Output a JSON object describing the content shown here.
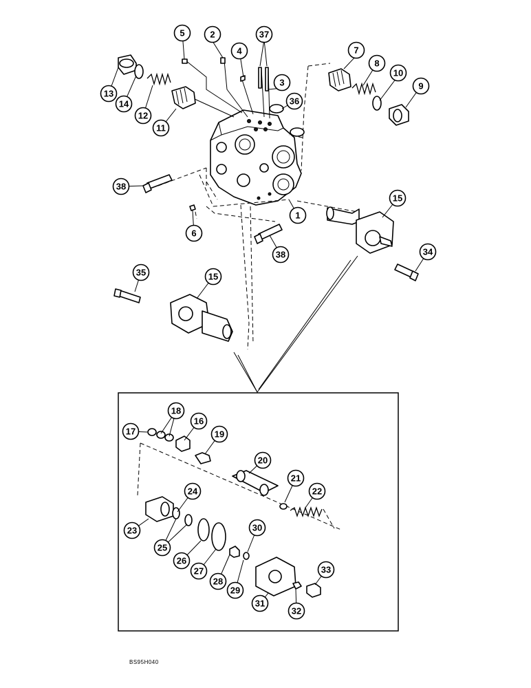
{
  "drawing_code": "BS95H040",
  "callouts": [
    "1",
    "2",
    "3",
    "4",
    "5",
    "6",
    "7",
    "8",
    "9",
    "10",
    "11",
    "12",
    "13",
    "14",
    "15",
    "15",
    "16",
    "17",
    "18",
    "19",
    "20",
    "21",
    "22",
    "23",
    "24",
    "25",
    "26",
    "27",
    "28",
    "29",
    "30",
    "31",
    "32",
    "33",
    "34",
    "35",
    "36",
    "37",
    "38",
    "38"
  ]
}
